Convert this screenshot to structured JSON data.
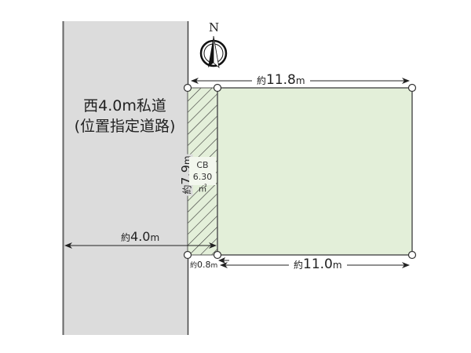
{
  "road": {
    "label_line1": "西4.0m私道",
    "label_line2": "(位置指定道路)",
    "fill": "#dcdcdc",
    "edge": "#555555"
  },
  "compass": {
    "label": "N"
  },
  "lot": {
    "fill": "#e3efd9",
    "border": "#555555",
    "setback_label": "CB",
    "setback_area": "6.30㎡"
  },
  "dimensions": {
    "top_prefix": "約",
    "top_value": "11.8",
    "top_unit": "m",
    "bottom_prefix": "約",
    "bottom_value": "11.0",
    "bottom_unit": "m",
    "road_width_prefix": "約",
    "road_width_value": "4.0",
    "road_width_unit": "m",
    "setback_prefix": "約",
    "setback_value": "0.8",
    "setback_unit": "m",
    "depth_prefix": "約",
    "depth_value": "7.9",
    "depth_unit": "m"
  }
}
